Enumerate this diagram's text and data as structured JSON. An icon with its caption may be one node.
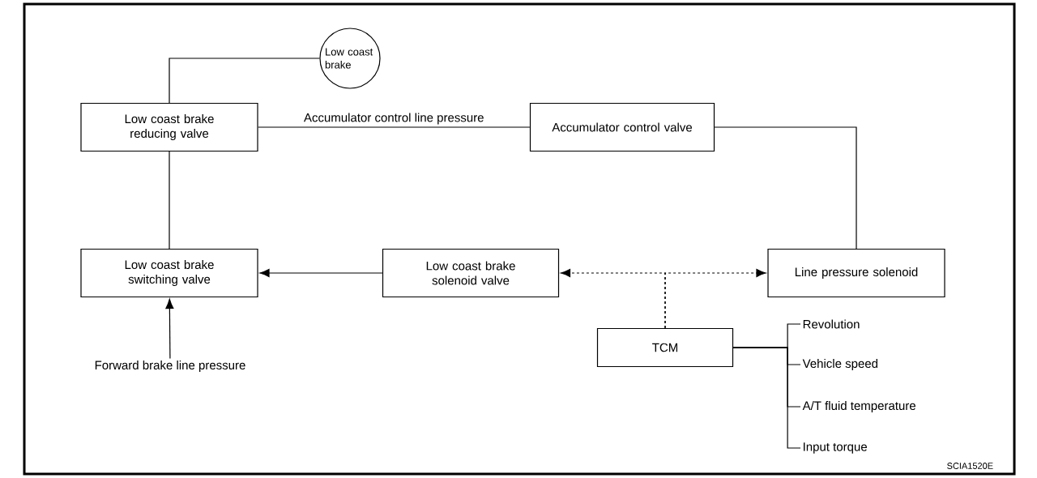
{
  "diagram": {
    "nodes": [
      {
        "text": [
          "Low coast brake"
        ]
      },
      {
        "text": [
          "Low coast brake reducing valve"
        ]
      },
      {
        "text": [
          "Accumulator control valve"
        ]
      },
      {
        "text": [
          "Low coast brake switching valve"
        ]
      },
      {
        "text": [
          "Low coast brake solenoid valve"
        ]
      },
      {
        "text": [
          "Line pressure solenoid"
        ]
      },
      {
        "text": [
          "TCM"
        ]
      },
      {
        "text": [
          "Forward brake line pressure"
        ]
      },
      {
        "text": [
          "Revolution"
        ]
      },
      {
        "text": [
          "Vehicle speed"
        ]
      },
      {
        "text": [
          "A/T fluid temperature"
        ]
      },
      {
        "text": [
          "Input torque"
        ]
      }
    ],
    "edges": [
      {
        "from": 0,
        "to": 1,
        "arrow": "none"
      },
      {
        "from": 1,
        "to": 2,
        "arrow": "none",
        "label": "Accumulator control line pressure"
      },
      {
        "from": 2,
        "to": 5,
        "arrow": "none"
      },
      {
        "from": 1,
        "to": 3,
        "arrow": "none"
      },
      {
        "from": 4,
        "to": 3,
        "arrow": "to"
      },
      {
        "from": 7,
        "to": 3,
        "arrow": "to"
      },
      {
        "from": 6,
        "to": 4,
        "arrow": "to",
        "style": "dashed"
      },
      {
        "from": 6,
        "to": 5,
        "arrow": "to",
        "style": "dashed"
      },
      {
        "from": 6,
        "to": 8,
        "arrow": "none"
      },
      {
        "from": 6,
        "to": 9,
        "arrow": "none"
      },
      {
        "from": 6,
        "to": 10,
        "arrow": "none"
      },
      {
        "from": 6,
        "to": 11,
        "arrow": "none"
      }
    ],
    "labels": [
      "SCIA1520E"
    ]
  }
}
